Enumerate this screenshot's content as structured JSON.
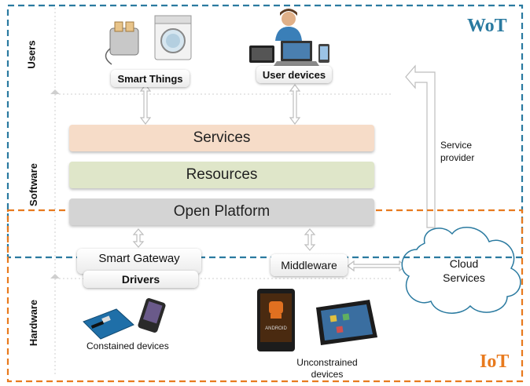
{
  "lanes": {
    "users": "Users",
    "software": "Software",
    "hardware": "Hardware"
  },
  "layers": {
    "services": "Services",
    "resources": "Resources",
    "platform": "Open Platform"
  },
  "nodes": {
    "smart_things": "Smart Things",
    "user_devices": "User devices",
    "smart_gateway": "Smart Gateway",
    "drivers": "Drivers",
    "middleware": "Middleware",
    "cloud": "Cloud Services",
    "service_provider": "Service provider",
    "constrained": "Constained devices",
    "unconstrained": "Unconstrained devices"
  },
  "regions": {
    "wot": "WoT",
    "iot": "IoT"
  },
  "colors": {
    "wot": "#2a7aa0",
    "iot": "#e87a1e",
    "services": "#f6dcc8",
    "resources": "#dfe6c9",
    "platform": "#d4d4d4"
  }
}
